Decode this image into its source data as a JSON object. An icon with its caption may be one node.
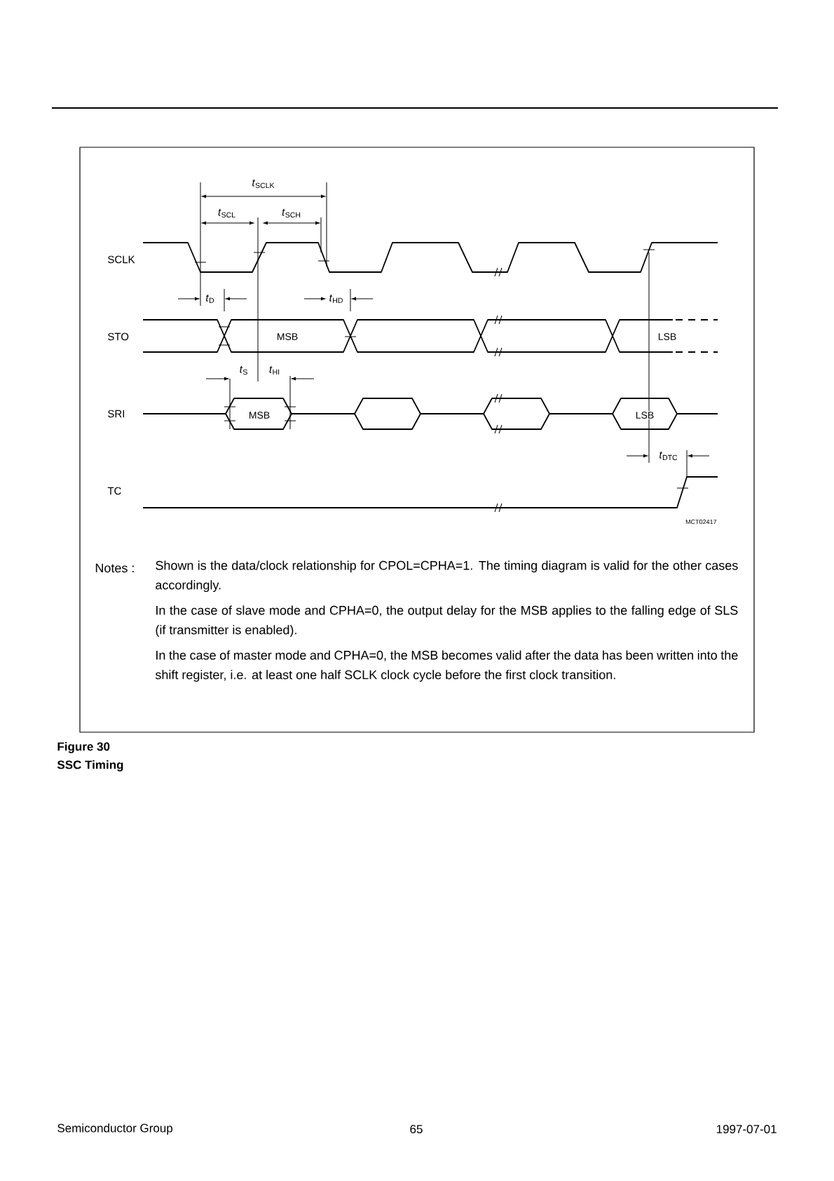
{
  "diagram": {
    "labels": [
      "SCLK",
      "STO",
      "SRI",
      "TC",
      "*t*$_{SCLK}$",
      "*t*$_{SCL}$",
      "*t*$_{SCH}$",
      "*t*$_{D}$",
      "*t*$_{HD}$",
      "MSB",
      "LSB",
      "*t*$_{S}$",
      "*t*$_{HI}$",
      "MSB",
      "LSB",
      "*t*$_{DTC}$",
      "MCT02417",
      "Notes :",
      "Shown is the data/clock relationship for CPOL=CPHA=1. The timing diagram is valid for the other cases accordingly.",
      "In the case of slave mode and CPHA=0, the output delay for the MSB applies to the falling edge of SLS (if transmitter is enabled).",
      "In the case of master mode and CPHA=0, the MSB becomes valid after the data has been written into the shift register, i.e. at least one half SCLK clock cycle before the first clock transition.",
      "Figure 30",
      "SSC Timing",
      "Semiconductor Group",
      "65",
      "1997-07-01"
    ]
  }
}
